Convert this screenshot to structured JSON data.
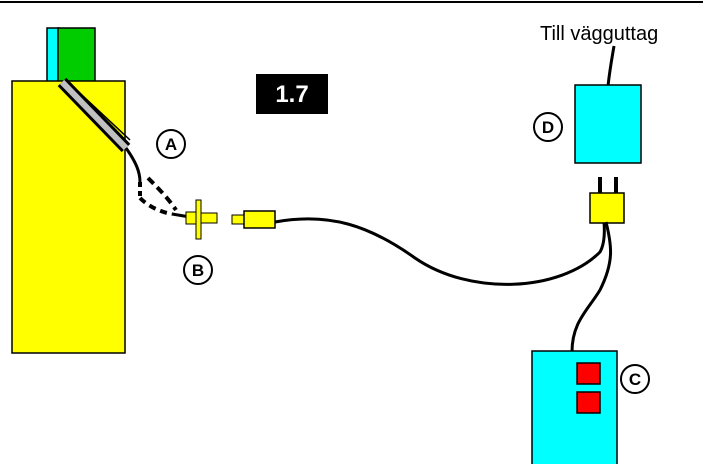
{
  "step_label": "1.7",
  "wall_outlet_label": "Till vägguttag",
  "callouts": {
    "a": "A",
    "b": "B",
    "c": "C",
    "d": "D"
  },
  "colors": {
    "yellow": "#FFFF00",
    "cyan": "#00FFFF",
    "green": "#00CC00",
    "red": "#FF0000",
    "black": "#000000",
    "grey": "#C0C0C0"
  }
}
